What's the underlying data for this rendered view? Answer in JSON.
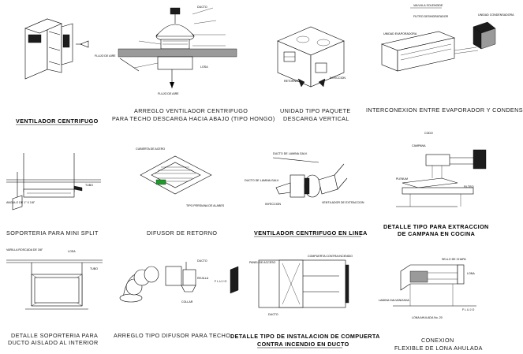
{
  "captions": {
    "ventilador_centrifugo": "VENTILADOR CENTRIFUGO",
    "arreglo_l1": "ARREGLO VENTILADOR CENTRIFUGO",
    "arreglo_l2": "PARA TECHO DESCARGA HACIA ABAJO (TIPO HONGO)",
    "paquete_l1": "UNIDAD TIPO PAQUETE",
    "paquete_l2": "DESCARGA VERTICAL",
    "interconexion": "INTERCONEXION ENTRE EVAPORADOR Y CONDENSADOR",
    "soporteria_minisplit": "SOPORTERIA PARA MINI SPLIT",
    "difusor_retorno": "DIFUSOR DE RETORNO",
    "ventilador_linea": "VENTILADOR CENTRIFUGO EN LINEA",
    "extraccion_l1": "DETALLE TIPO PARA EXTRACCION",
    "extraccion_l2": "DE CAMPANA EN COCINA",
    "soporteria_ducto_l1": "DETALLE SOPORTERIA PARA",
    "soporteria_ducto_l2": "DUCTO AISLADO AL INTERIOR",
    "difusor_techo": "ARREGLO TIPO DIFUSOR PARA TECHO",
    "compuerta_l1": "DETALLE TIPO DE INSTALACION DE COMPUERTA",
    "compuerta_l2": "CONTRA INCENDIO EN DUCTO",
    "conexion_l1": "CONEXION",
    "conexion_l2": "FLEXIBLE DE LONA AHULADA"
  },
  "labels": {
    "flujo_aire": "FLUJO DE AIRE",
    "ducto": "DUCTO",
    "losa": "LOSA",
    "inyeccion": "INYECCION",
    "retorno": "RETORNO",
    "flujo": "F L U J O",
    "tubo": "TUBO",
    "rejilla": "REJILLA",
    "collar": "COLLAR",
    "lona": "LONA",
    "ventilador_extraccion": "VENTILADOR DE EXTRACCION",
    "valvula_solenoide": "VALVULA SOLENOIDE",
    "filtro_deshidratador": "FILTRO DESHIDRATADOR",
    "unidad_condensadora": "UNIDAD CONDENSADORA",
    "unidad_evaporadora": "UNIDAD EVAPORADORA",
    "lamina_galvanizada": "LAMINA GALVANIZADA",
    "cubierta_acero": "CUBIERTA DE ACERO",
    "tipo_persiana": "TIPO PERSIANA DE ALABES",
    "ducto_lamina": "DUCTO DE LAMINA GALV.",
    "panel_acceso": "PANEL DE ACCESO",
    "compuerta": "COMPUERTA CONTRA INCENDIO",
    "angulo": "ANGULO DE 1\" X 1/8\"",
    "varilla": "VARILLA ROSCADA DE 3/8\"",
    "lona_ahulada": "LONA AHULADA No. 20",
    "sello": "SELLO DE CHAPA",
    "codo": "CODO",
    "campana": "CAMPANA",
    "plenum": "PLENUM",
    "filtro": "FILTRO"
  },
  "colors": {
    "ink": "#000000",
    "accent_green": "#1f9a2e",
    "paper": "#ffffff"
  }
}
